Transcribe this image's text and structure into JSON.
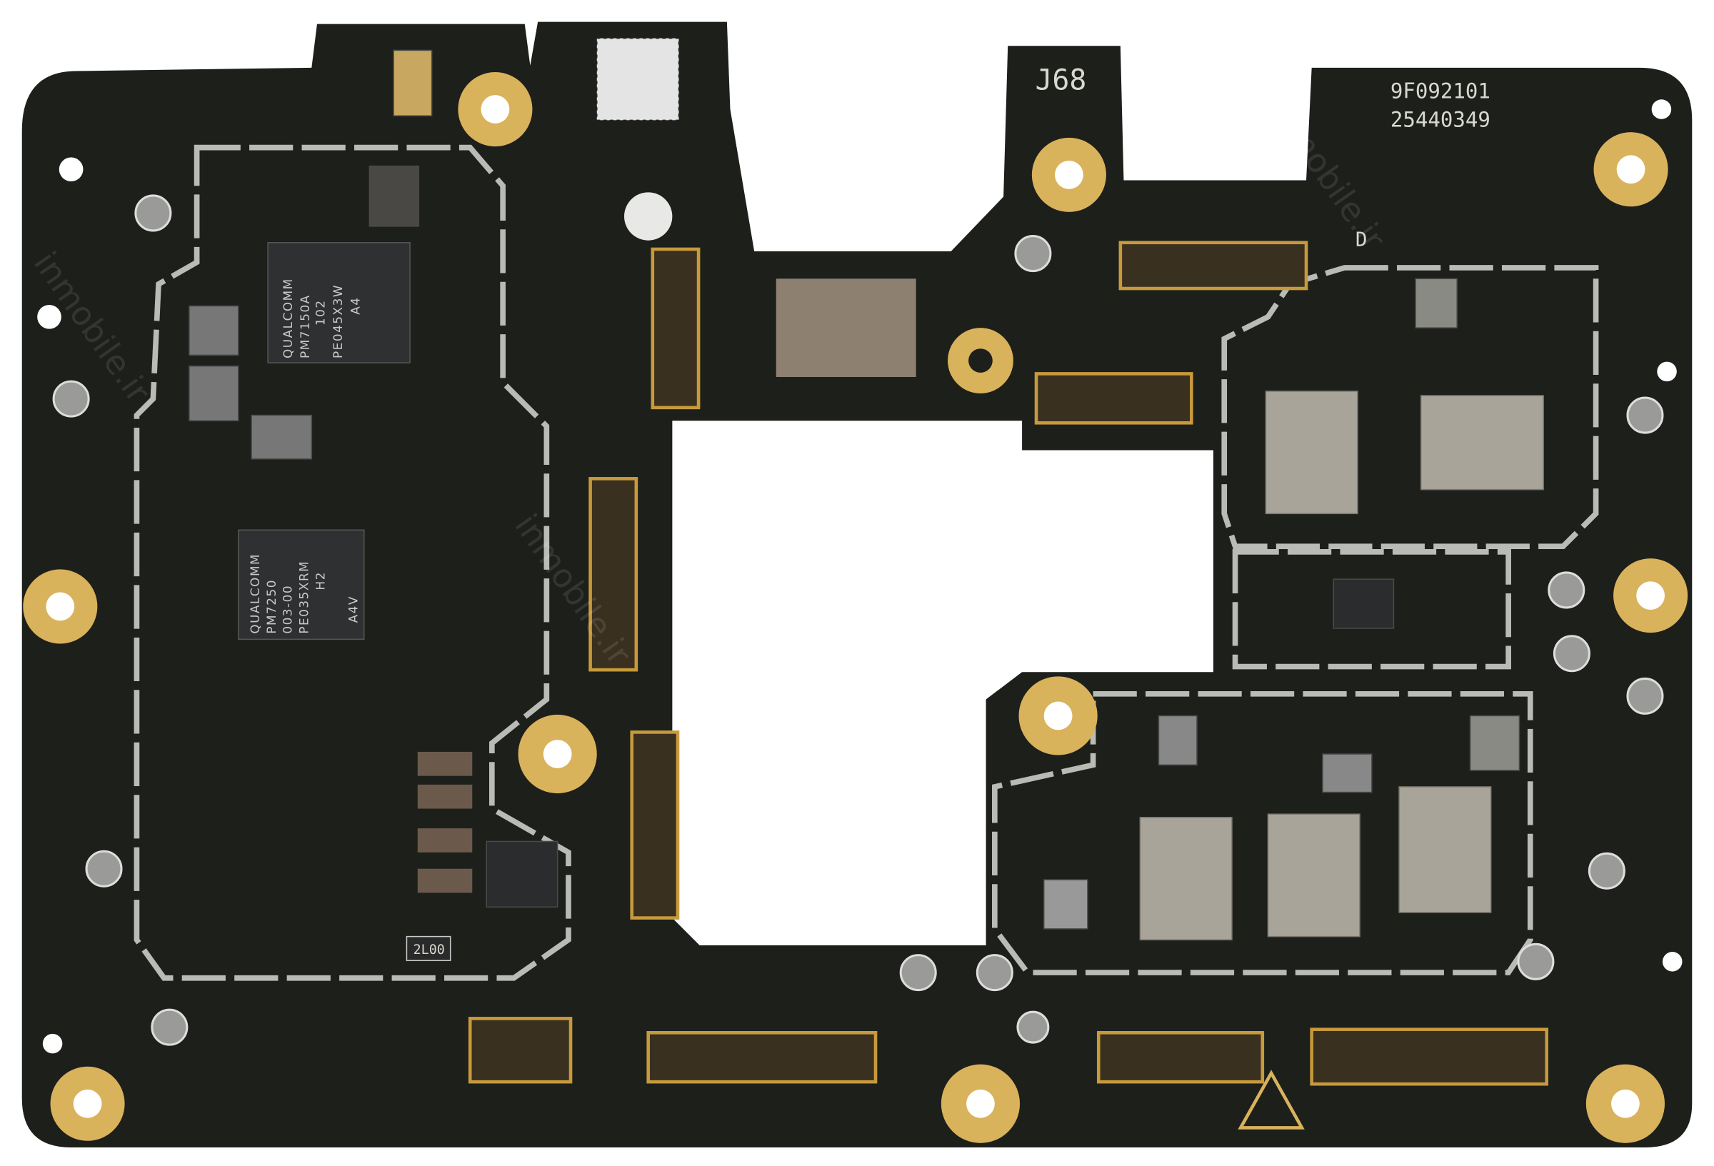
{
  "board": {
    "connector_label": "J68",
    "serial_line1": "9F092101",
    "serial_line2": "25440349",
    "component_label": "2L00",
    "pad_label": "D",
    "watermark": "inmobile.ir"
  },
  "chips": [
    {
      "lines": [
        "QUALCOMM",
        "PM7150A",
        "102",
        "PE045X3W",
        "A4"
      ]
    },
    {
      "lines": [
        "QUALCOMM",
        "PM7250",
        "003-00",
        "PE035XRM",
        "H2",
        "A4V"
      ]
    }
  ],
  "colors": {
    "board": "#1d1f1b",
    "gold": "#d9b25c",
    "shield": "#b9bbb6",
    "chip": "#2a2c2e"
  }
}
